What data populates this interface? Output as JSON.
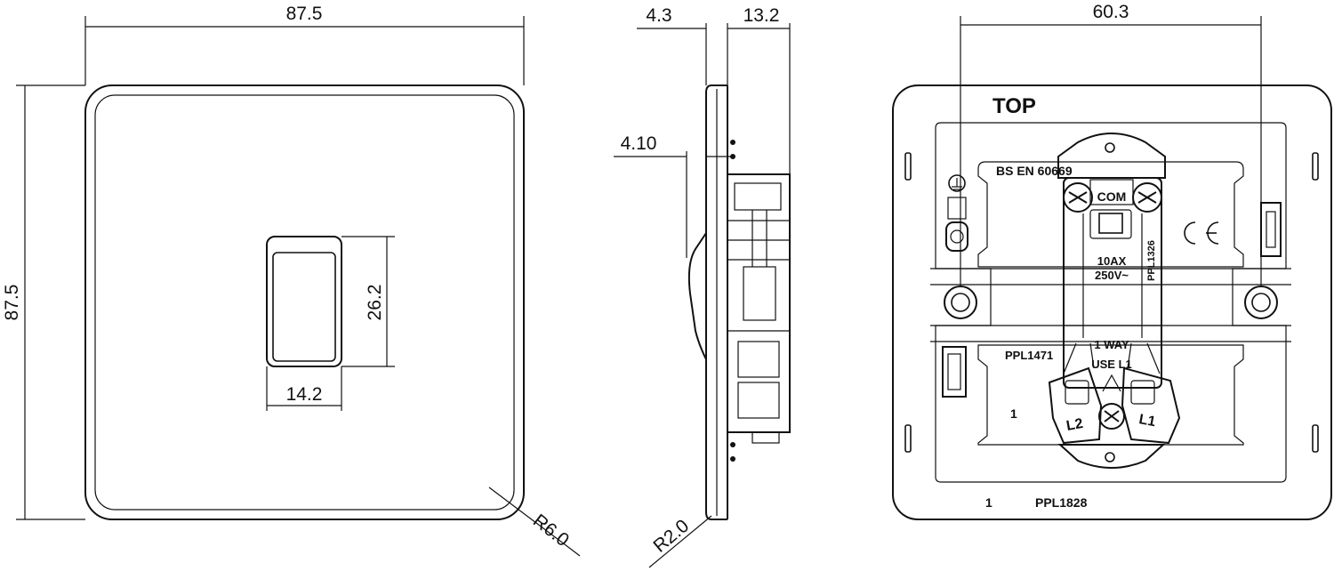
{
  "front_view": {
    "width_dim": "87.5",
    "height_dim": "87.5",
    "rocker_height_dim": "26.2",
    "rocker_width_dim": "14.2",
    "corner_radius_dim": "R6.0"
  },
  "side_view": {
    "plate_thickness_dim": "4.3",
    "depth_dim": "13.2",
    "rocker_protrusion_dim": "4.10",
    "edge_radius_dim": "R2.0"
  },
  "rear_view": {
    "fixing_centres_dim": "60.3",
    "top_label": "TOP",
    "standard_label": "BS EN 60669",
    "com_label": "COM",
    "rating_line1": "10AX",
    "rating_line2": "250V~",
    "part_mech": "PPL1326",
    "way_line1": "1 WAY",
    "way_line2": "USE L1",
    "part_left": "PPL1471",
    "num_left": "1",
    "terminal_l2": "L2",
    "terminal_l1": "L1",
    "num_bottom": "1",
    "part_bottom": "PPL1828",
    "ce_mark": "CE"
  }
}
